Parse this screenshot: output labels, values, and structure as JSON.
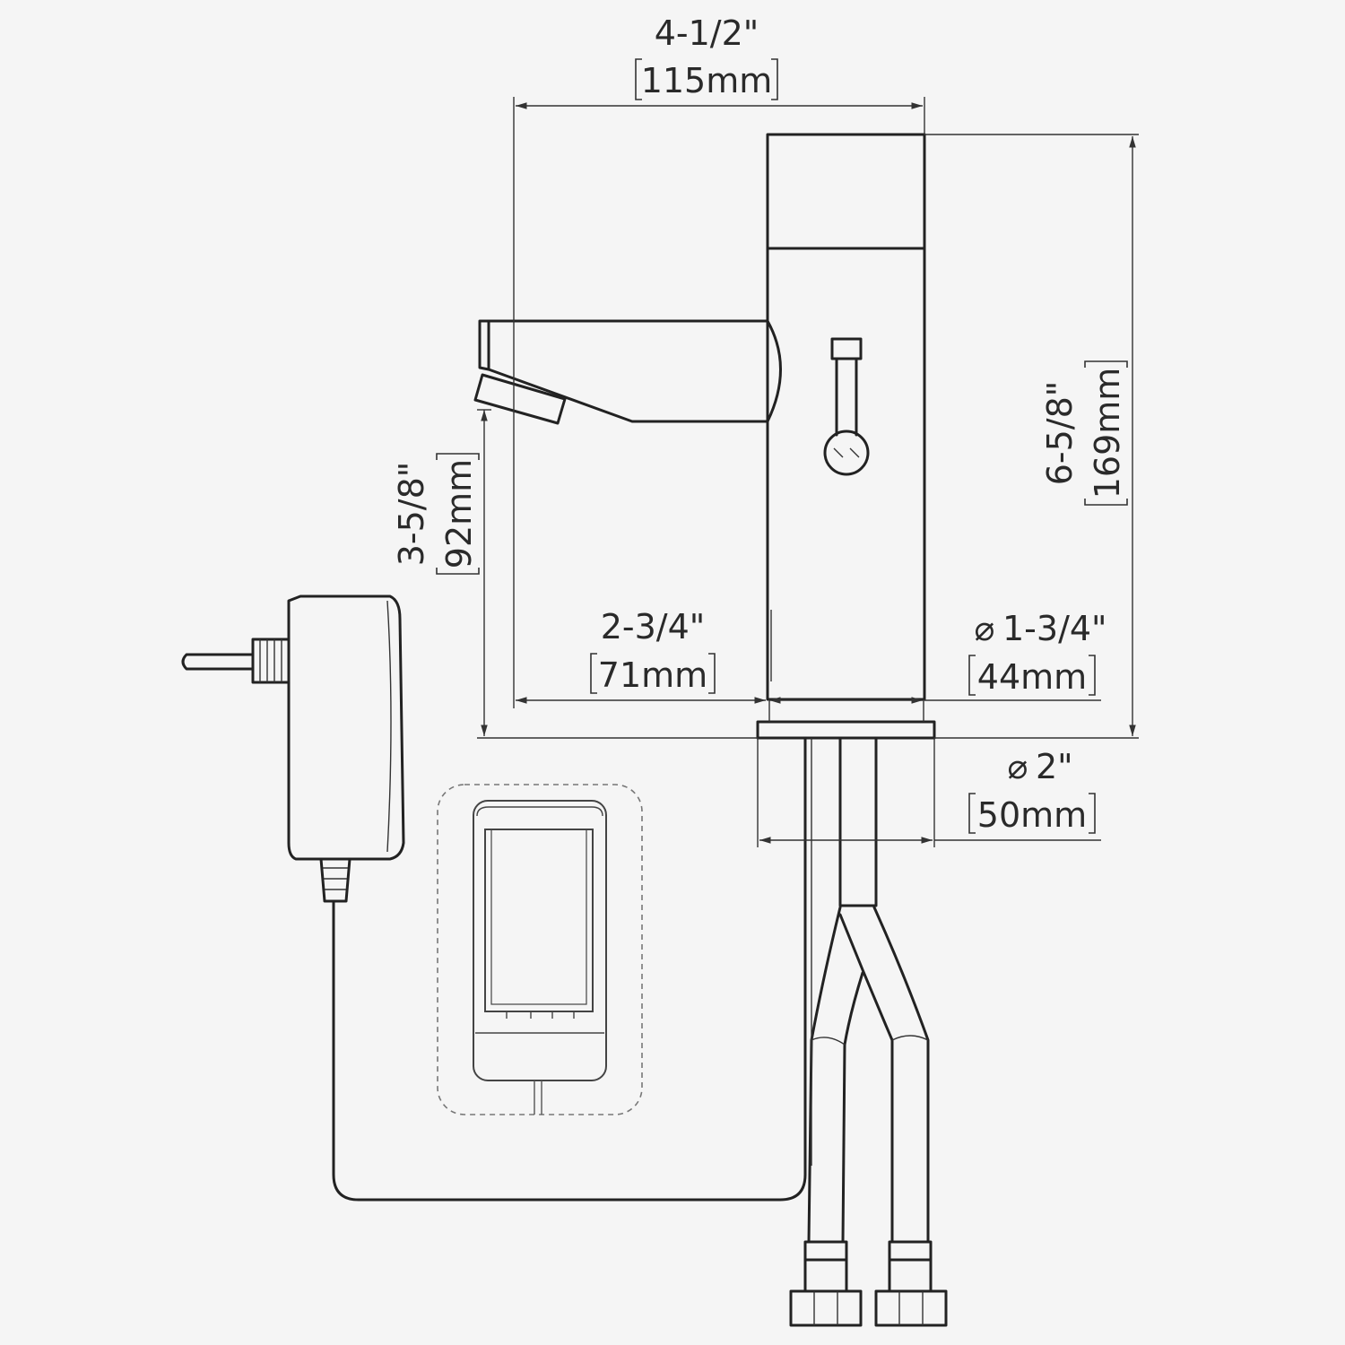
{
  "dimensions": {
    "overall_width": {
      "imperial": "4-1/2\"",
      "metric": "115mm"
    },
    "overall_height": {
      "imperial": "6-5/8\"",
      "metric": "169mm"
    },
    "spout_height": {
      "imperial": "3-5/8\"",
      "metric": "92mm"
    },
    "spout_reach": {
      "imperial": "2-3/4\"",
      "metric": "71mm"
    },
    "body_diameter": {
      "imperial": "1-3/4\"",
      "metric": "44mm"
    },
    "base_diameter": {
      "imperial": "2\"",
      "metric": "50mm"
    }
  },
  "diameter_symbol": "⌀",
  "colors": {
    "line": "#222222",
    "background": "#f5f5f5",
    "dashed": "#777777"
  }
}
